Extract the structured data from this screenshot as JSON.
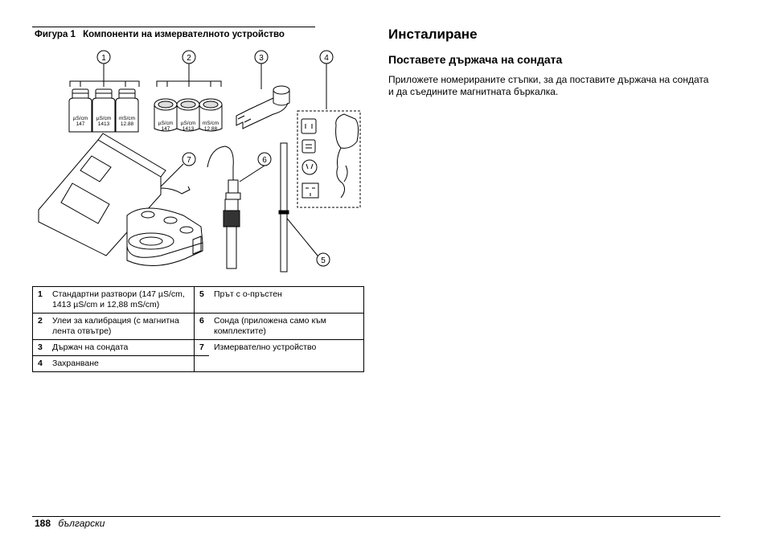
{
  "figure": {
    "caption_number": "Фигура 1",
    "caption_title": "Компоненти на измервателното устройство",
    "callouts": [
      "1",
      "2",
      "3",
      "4",
      "5",
      "6",
      "7"
    ],
    "bottle_labels": [
      {
        "unit": "µS/cm",
        "value": "147"
      },
      {
        "unit": "µS/cm",
        "value": "1413"
      },
      {
        "unit": "mS/cm",
        "value": "12.88"
      }
    ],
    "cup_labels": [
      {
        "unit": "µS/cm",
        "value": "147"
      },
      {
        "unit": "µS/cm",
        "value": "1413"
      },
      {
        "unit": "mS/cm",
        "value": "12.88"
      }
    ]
  },
  "parts_table": {
    "rows": [
      {
        "n1": "1",
        "t1": "Стандартни разтвори (147 µS/cm, 1413 µS/cm и 12,88 mS/cm)",
        "n2": "5",
        "t2": "Прът с о-пръстен"
      },
      {
        "n1": "2",
        "t1": "Улеи за калибрация (с магнитна лента отвътре)",
        "n2": "6",
        "t2": "Сонда (приложена само към комплектите)"
      },
      {
        "n1": "3",
        "t1": "Държач на сондата",
        "n2": "7",
        "t2": "Измервателно устройство"
      },
      {
        "n1": "4",
        "t1": "Захранване",
        "n2": "",
        "t2": ""
      }
    ]
  },
  "section": {
    "title": "Инсталиране",
    "subtitle": "Поставете държача на сондата",
    "body": "Приложете номерираните стъпки, за да поставите държача на сондата и да съедините магнитната бъркалка."
  },
  "footer": {
    "page_number": "188",
    "language": "български"
  }
}
